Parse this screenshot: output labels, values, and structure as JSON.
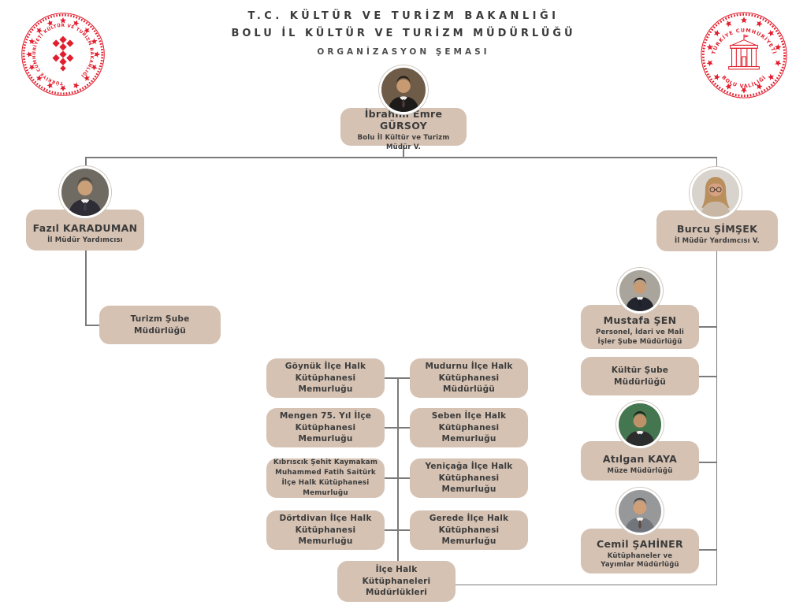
{
  "colors": {
    "box": "#d5c2b3",
    "line": "#7b7b7b",
    "red": "#e11e2d",
    "ink": "#3b3b3b",
    "ink-soft": "#4d4d4d"
  },
  "header": {
    "title_line1": "T.C. KÜLTÜR VE TURİZM BAKANLIĞI",
    "title_line2": "BOLU İL KÜLTÜR VE TURİZM MÜDÜRLÜĞÜ",
    "subtitle": "ORGANİZASYON ŞEMASI"
  },
  "seals": {
    "left": {
      "arc_text": "TÜRKİYE CUMHURİYETİ KÜLTÜR VE TURİZM BAKANLIĞI"
    },
    "right": {
      "arc_top": "TÜRKİYE CUMHURİYETİ",
      "arc_bottom": "BOLU VALİLİĞİ"
    }
  },
  "org": {
    "director": {
      "name": "İbrahim Emre GÜRSOY",
      "title": "Bolu İl Kültür ve Turizm Müdür V."
    },
    "deputy_left": {
      "name": "Fazıl KARADUMAN",
      "title": "İl Müdür Yardımcısı"
    },
    "deputy_right": {
      "name": "Burcu ŞİMŞEK",
      "title": "İl Müdür Yardımcısı V."
    },
    "turizm_unit": {
      "title": "Turizm Şube Müdürlüğü"
    },
    "right_units": [
      {
        "name": "Mustafa ŞEN",
        "title": "Personel, İdari ve Mali İşler Şube Müdürlüğü"
      },
      {
        "title": "Kültür Şube Müdürlüğü"
      },
      {
        "name": "Atılgan KAYA",
        "title": "Müze Müdürlüğü"
      },
      {
        "name": "Cemil ŞAHİNER",
        "title": "Kütüphaneler ve Yayımlar Müdürlüğü"
      }
    ],
    "district_libraries": {
      "left": [
        "Göynük İlçe Halk Kütüphanesi Memurluğu",
        "Mengen 75. Yıl İlçe Kütüphanesi Memurluğu",
        "Kıbrıscık Şehit Kaymakam Muhammed Fatih Saitürk İlçe Halk Kütüphanesi Memurluğu",
        "Dörtdivan İlçe Halk Kütüphanesi Memurluğu"
      ],
      "right": [
        "Mudurnu İlçe Halk Kütüphanesi Müdürlüğü",
        "Seben İlçe Halk Kütüphanesi Memurluğu",
        "Yeniçağa İlçe Halk Kütüphanesi Memurluğu",
        "Gerede İlçe Halk Kütüphanesi Memurluğu"
      ]
    },
    "bottom_unit": {
      "title": "İlçe Halk Kütüphaneleri Müdürlükleri"
    }
  }
}
